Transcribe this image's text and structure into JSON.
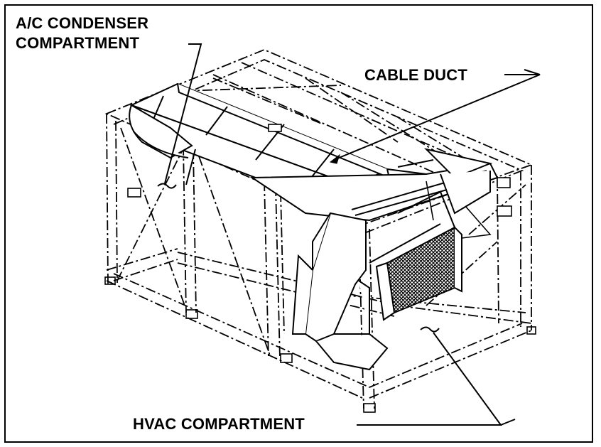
{
  "labels": {
    "ac_condenser_line1": "A/C CONDENSER",
    "ac_condenser_line2": "COMPARTMENT",
    "cable_duct": "CABLE DUCT",
    "hvac_compartment": "HVAC COMPARTMENT"
  },
  "colors": {
    "ink": "#000000",
    "paper": "#ffffff",
    "coil": "#1a1a1a"
  }
}
